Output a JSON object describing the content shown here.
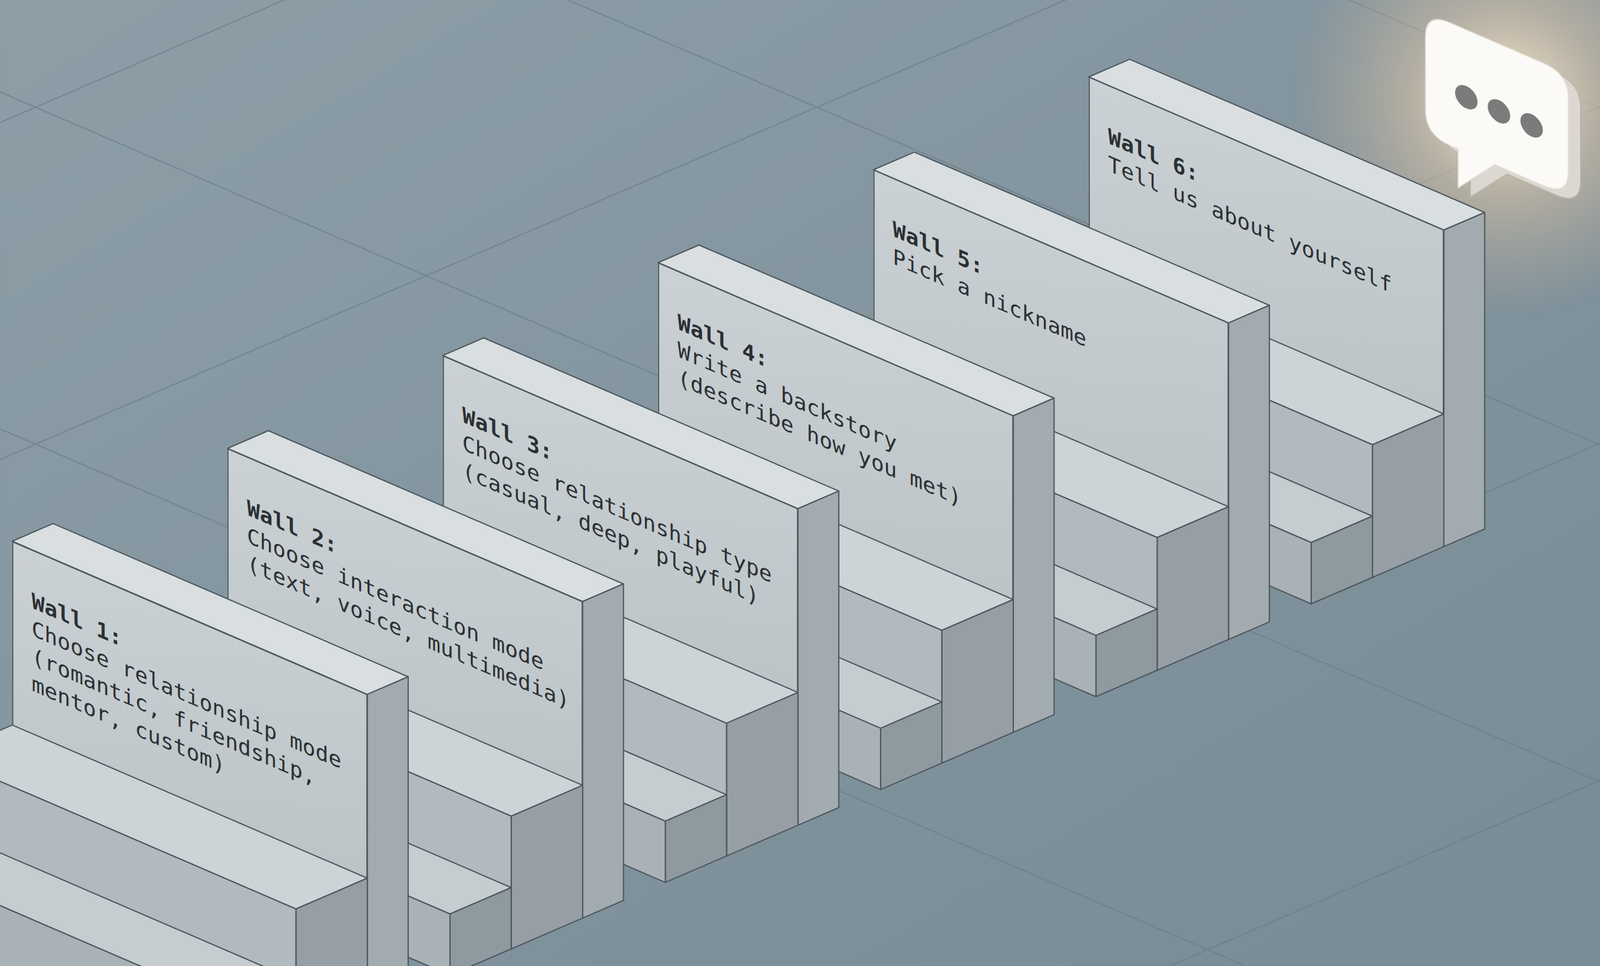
{
  "diagram": {
    "nodes": [
      {
        "text": [
          "Wall 1:",
          "Choose relationship mode (romantic, friendship, mentor, custom)"
        ]
      },
      {
        "text": [
          "Wall 2:",
          "Choose interaction mode (text, voice, multimedia)"
        ]
      },
      {
        "text": [
          "Wall 3:",
          "Choose relationship type (casual, deep, playful)"
        ]
      },
      {
        "text": [
          "Wall 4:",
          "Write a backstory (describe how you met)"
        ]
      },
      {
        "text": [
          "Wall 5:",
          "Pick a nickname"
        ]
      },
      {
        "text": [
          "Wall 6:",
          "Tell us about yourself"
        ]
      }
    ]
  }
}
